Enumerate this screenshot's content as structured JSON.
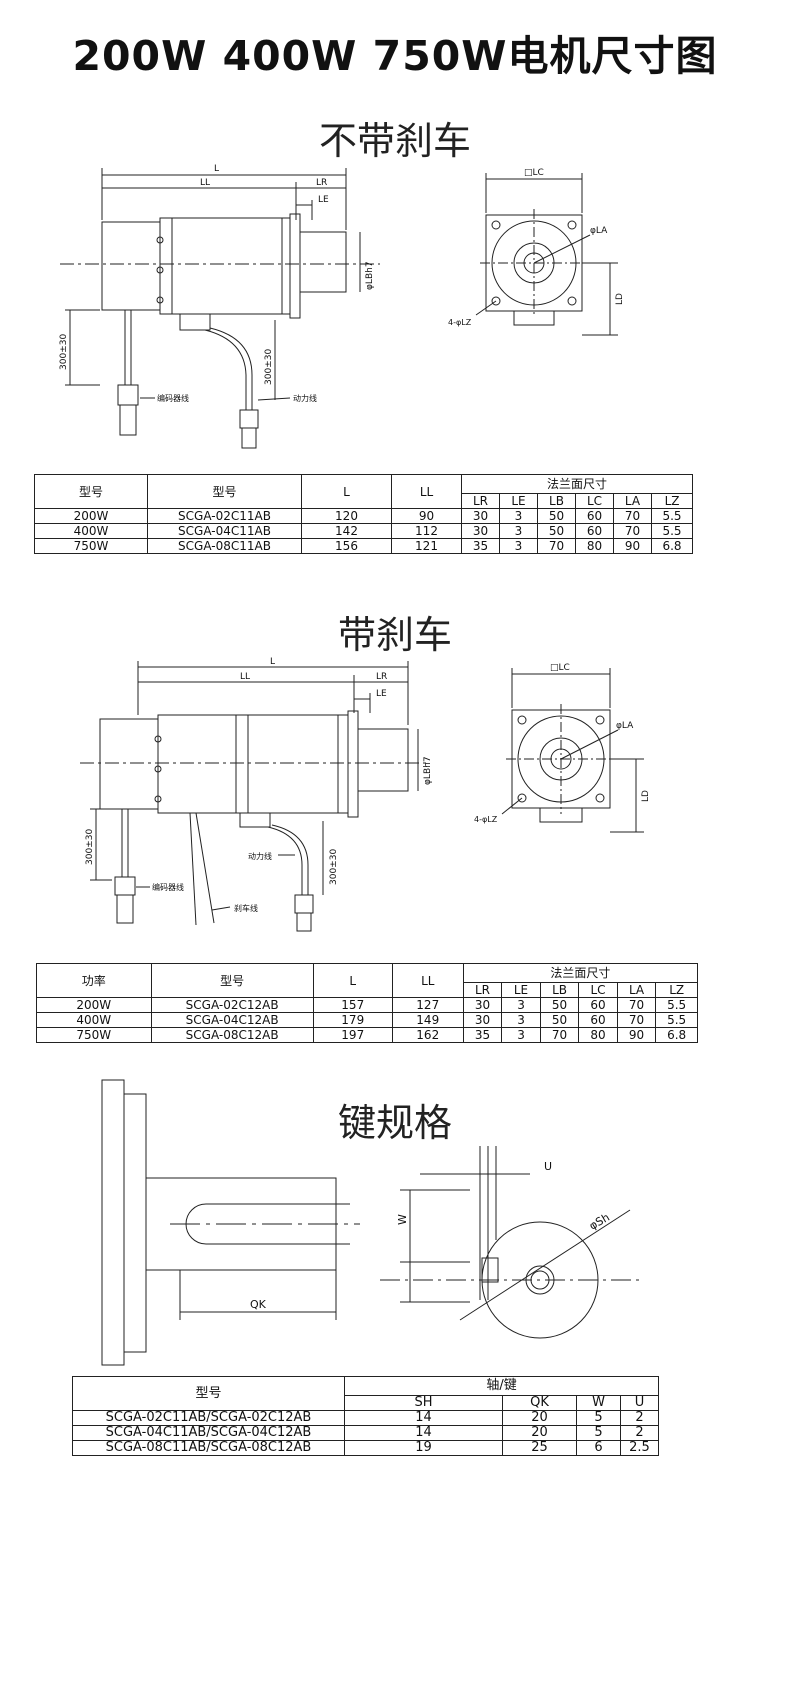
{
  "page_title": "200W  400W  750W电机尺寸图",
  "sections": {
    "no_brake": "不带刹车",
    "brake": "带刹车",
    "key": "键规格"
  },
  "drawing_labels": {
    "L": "L",
    "LL": "LL",
    "LR": "LR",
    "LE": "LE",
    "LB": "φLBh7",
    "LC": "□LC",
    "LA": "φLA",
    "LD": "LD",
    "LZ": "4-φLZ",
    "cable_len": "300±30",
    "encoder_wire": "编码器线",
    "power_wire": "动力线",
    "brake_wire": "刹车线",
    "U": "U",
    "W": "W",
    "Sh": "φSh",
    "QK": "QK"
  },
  "table1": {
    "col_headers": [
      "型号",
      "型号",
      "L",
      "LL"
    ],
    "group_header": "法兰面尺寸",
    "sub_headers": [
      "LR",
      "LE",
      "LB",
      "LC",
      "LA",
      "LZ"
    ],
    "rows": [
      [
        "200W",
        "SCGA-02C11AB",
        "120",
        "90",
        "30",
        "3",
        "50",
        "60",
        "70",
        "5.5"
      ],
      [
        "400W",
        "SCGA-04C11AB",
        "142",
        "112",
        "30",
        "3",
        "50",
        "60",
        "70",
        "5.5"
      ],
      [
        "750W",
        "SCGA-08C11AB",
        "156",
        "121",
        "35",
        "3",
        "70",
        "80",
        "90",
        "6.8"
      ]
    ]
  },
  "table2": {
    "col_headers": [
      "功率",
      "型号",
      "L",
      "LL"
    ],
    "group_header": "法兰面尺寸",
    "sub_headers": [
      "LR",
      "LE",
      "LB",
      "LC",
      "LA",
      "LZ"
    ],
    "rows": [
      [
        "200W",
        "SCGA-02C12AB",
        "157",
        "127",
        "30",
        "3",
        "50",
        "60",
        "70",
        "5.5"
      ],
      [
        "400W",
        "SCGA-04C12AB",
        "179",
        "149",
        "30",
        "3",
        "50",
        "60",
        "70",
        "5.5"
      ],
      [
        "750W",
        "SCGA-08C12AB",
        "197",
        "162",
        "35",
        "3",
        "70",
        "80",
        "90",
        "6.8"
      ]
    ]
  },
  "table3": {
    "model_header": "型号",
    "group_header": "轴/键",
    "sub_headers": [
      "SH",
      "QK",
      "W",
      "U"
    ],
    "rows": [
      [
        "SCGA-02C11AB/SCGA-02C12AB",
        "14",
        "20",
        "5",
        "2"
      ],
      [
        "SCGA-04C11AB/SCGA-04C12AB",
        "14",
        "20",
        "5",
        "2"
      ],
      [
        "SCGA-08C11AB/SCGA-08C12AB",
        "19",
        "25",
        "6",
        "2.5"
      ]
    ]
  }
}
